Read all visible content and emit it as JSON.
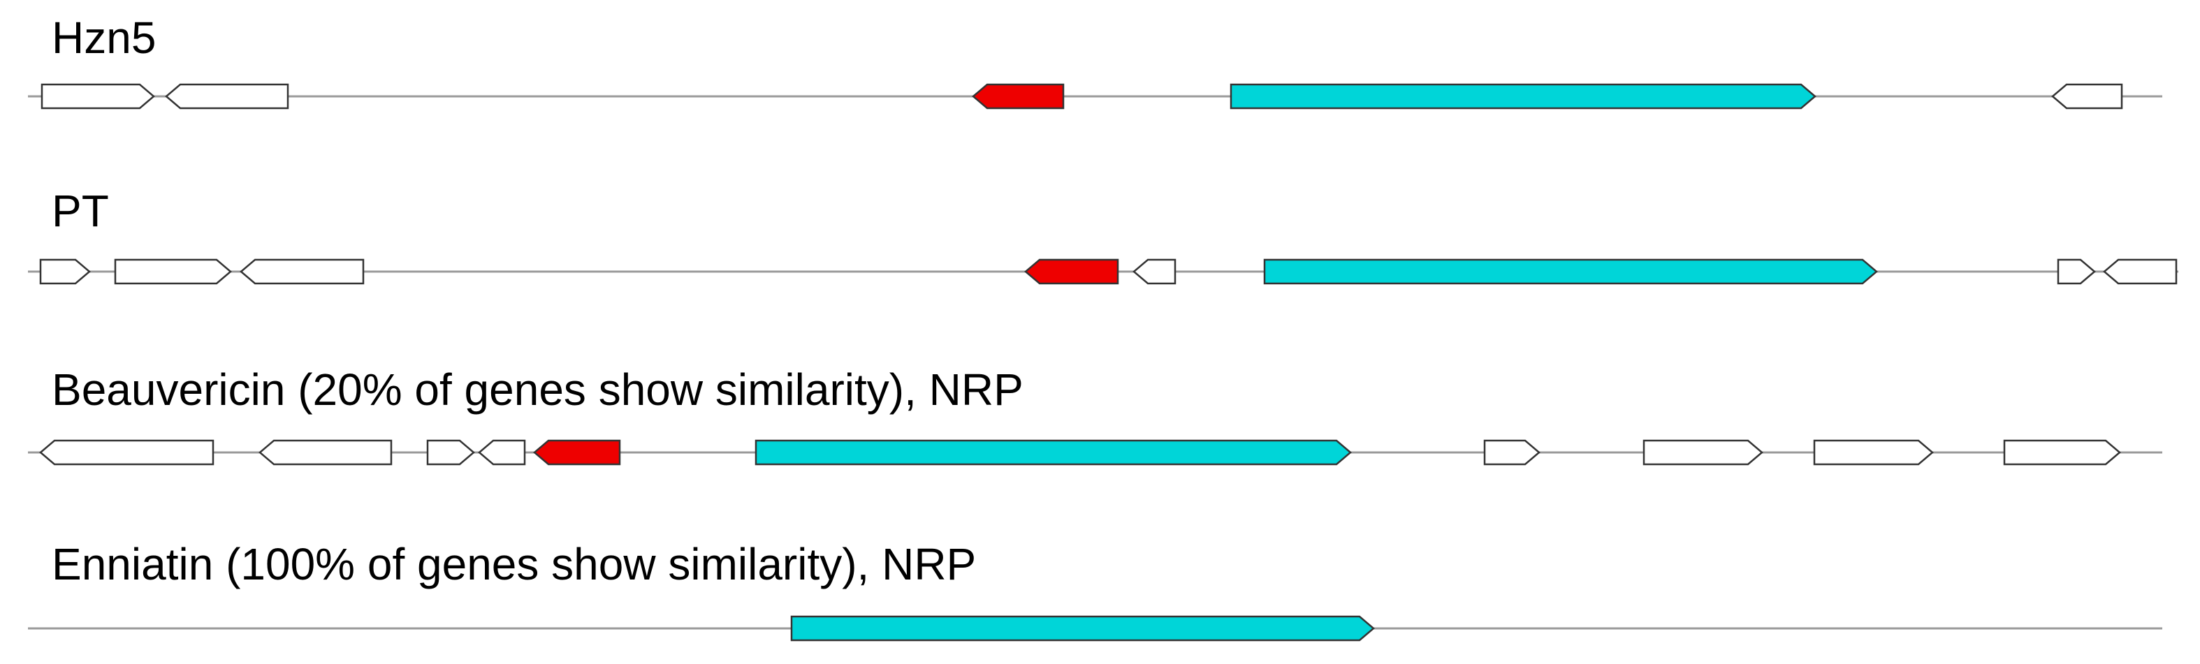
{
  "colors": {
    "backbone": "#9a9a9a",
    "gene_default": "#ffffff",
    "gene_outline": "#333333",
    "highlight_red": "#ee0000",
    "highlight_cyan": "#00d5d8"
  },
  "clusters": [
    {
      "label": "Hzn5",
      "genes": [
        {
          "strand": "+",
          "type": "other"
        },
        {
          "strand": "-",
          "type": "other"
        },
        {
          "strand": "-",
          "type": "red"
        },
        {
          "strand": "+",
          "type": "cyan"
        },
        {
          "strand": "-",
          "type": "other"
        }
      ]
    },
    {
      "label": "PT",
      "genes": [
        {
          "strand": "+",
          "type": "other"
        },
        {
          "strand": "+",
          "type": "other"
        },
        {
          "strand": "-",
          "type": "other"
        },
        {
          "strand": "-",
          "type": "red"
        },
        {
          "strand": "-",
          "type": "other"
        },
        {
          "strand": "+",
          "type": "cyan"
        },
        {
          "strand": "+",
          "type": "other"
        },
        {
          "strand": "-",
          "type": "other"
        }
      ]
    },
    {
      "label": "Beauvericin (20% of genes show similarity), NRP",
      "genes": [
        {
          "strand": "-",
          "type": "other"
        },
        {
          "strand": "-",
          "type": "other"
        },
        {
          "strand": "+",
          "type": "other"
        },
        {
          "strand": "-",
          "type": "other"
        },
        {
          "strand": "-",
          "type": "red"
        },
        {
          "strand": "+",
          "type": "cyan"
        },
        {
          "strand": "+",
          "type": "other"
        },
        {
          "strand": "+",
          "type": "other"
        },
        {
          "strand": "+",
          "type": "other"
        },
        {
          "strand": "+",
          "type": "other"
        }
      ]
    },
    {
      "label": "Enniatin (100% of genes show similarity), NRP",
      "genes": [
        {
          "strand": "+",
          "type": "cyan"
        }
      ]
    }
  ]
}
